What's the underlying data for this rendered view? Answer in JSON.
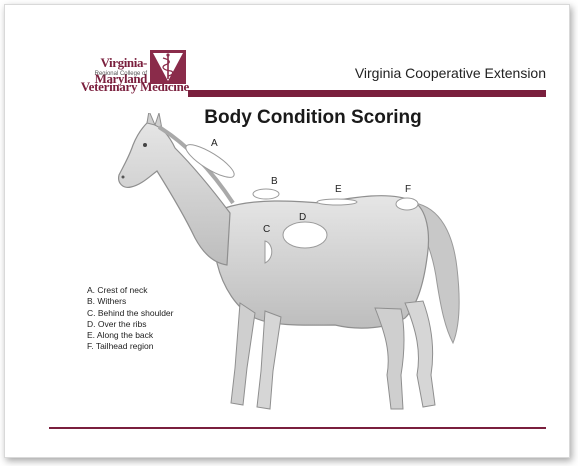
{
  "colors": {
    "accent": "#7a1f3d",
    "shield_bg": "#8a2b4a",
    "horse_fill": "#d4d4d4"
  },
  "logo": {
    "line1": "Virginia-Maryland",
    "line2": "Regional College of",
    "line3": "Veterinary Medicine",
    "shield_icon": "caduceus-shield-icon"
  },
  "header": {
    "extension": "Virginia Cooperative Extension"
  },
  "title": "Body Condition Scoring",
  "markers": {
    "a": "A",
    "b": "B",
    "c": "C",
    "d": "D",
    "e": "E",
    "f": "F"
  },
  "legend": [
    "A. Crest of neck",
    "B. Withers",
    "C. Behind the shoulder",
    "D. Over the ribs",
    "E. Along the back",
    "F. Tailhead region"
  ]
}
